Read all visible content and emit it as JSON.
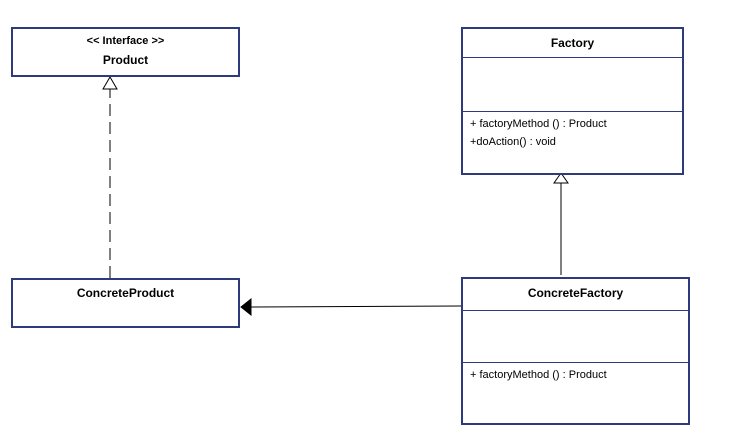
{
  "classes": {
    "product": {
      "stereotype": "<< Interface >>",
      "name": "Product"
    },
    "factory": {
      "name": "Factory",
      "operations": [
        "+ factoryMethod () : Product",
        "+doAction() : void"
      ]
    },
    "concrete_product": {
      "name": "ConcreteProduct"
    },
    "concrete_factory": {
      "name": "ConcreteFactory",
      "operations": [
        "+ factoryMethod () : Product"
      ]
    }
  },
  "relationships": [
    {
      "type": "realization",
      "from": "ConcreteProduct",
      "to": "Product"
    },
    {
      "type": "generalization",
      "from": "ConcreteFactory",
      "to": "Factory"
    },
    {
      "type": "association",
      "from": "ConcreteFactory",
      "to": "ConcreteProduct"
    }
  ],
  "colors": {
    "border": "#2d3a7c",
    "line": "#000000"
  }
}
